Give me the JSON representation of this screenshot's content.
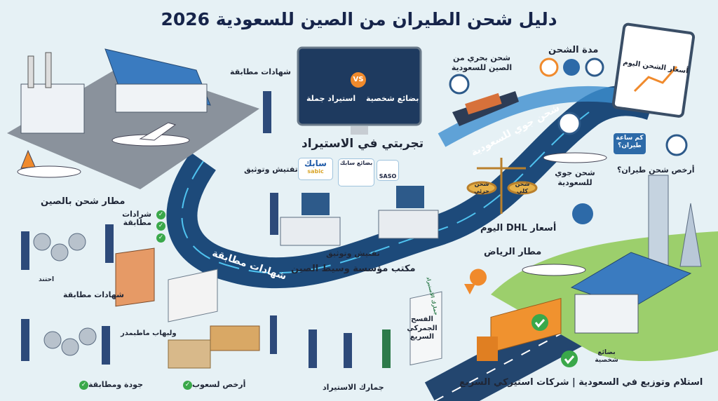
{
  "title": "دليل شحن الطيران من الصين للسعودية 2026",
  "china_side": {
    "factory_label": "شهادات مطابقة",
    "airport_label": "مطار شحن بالصين",
    "inspection_label": "تفتيش وتوثيق"
  },
  "monitor_compare": {
    "left_label": "استيراد جملة",
    "vs": "VS",
    "right_label": "بضائع شخصية",
    "caption": "تجربتي في الاستيراد"
  },
  "office": {
    "sabic_ar": "سابك",
    "sabic_en": "sabic",
    "sabic_goods": "بضائع سابك",
    "saso": "SASO",
    "inspection_label": "تفتيش وتوثيق",
    "caption": "مكتب مؤسسة وسيط الصين"
  },
  "materials": {
    "certs_checklist": "شرادات مطابقة",
    "label_a": "احتند",
    "label_b": "شهادات مطابقة",
    "label_c": "ولبهاب ماطبمدر",
    "quality": "جودة ومطابقة",
    "cheapest": "أرخص لسعوب"
  },
  "path": {
    "air_label": "شحن جوي للسعودية",
    "certs_label": "شهادات مطابقة",
    "riyadh_airport": "مطار الرياض"
  },
  "shipping": {
    "sea_label": "شحن بحري من الصين للسعودية",
    "duration_label": "مدة الشحن",
    "prices_today": "أسعار الشحن اليوم",
    "air_label": "شحن جوي للسعودية",
    "hours_bubble": "كم ساعة طيران؟",
    "cheapest_air": "أرخص شحن طيران؟",
    "partial": "شحن جزئي",
    "full": "شحن كلي",
    "dhl_prices": "أسعار DHL اليوم"
  },
  "customs": {
    "sign": "جمارك الاستيراد",
    "fast_clearance": "الفسح الجمركي السريع",
    "caption": "جمارك الاستيراد"
  },
  "delivery": {
    "personal_goods": "بضائع شخصية",
    "caption": "استلام وتوزيع في السعودية | شركات استيركي السريع"
  },
  "colors": {
    "path": "#1d4a7a",
    "accent": "#f08a2c",
    "check": "#3aa84a",
    "bg": "#e6f1f5"
  }
}
